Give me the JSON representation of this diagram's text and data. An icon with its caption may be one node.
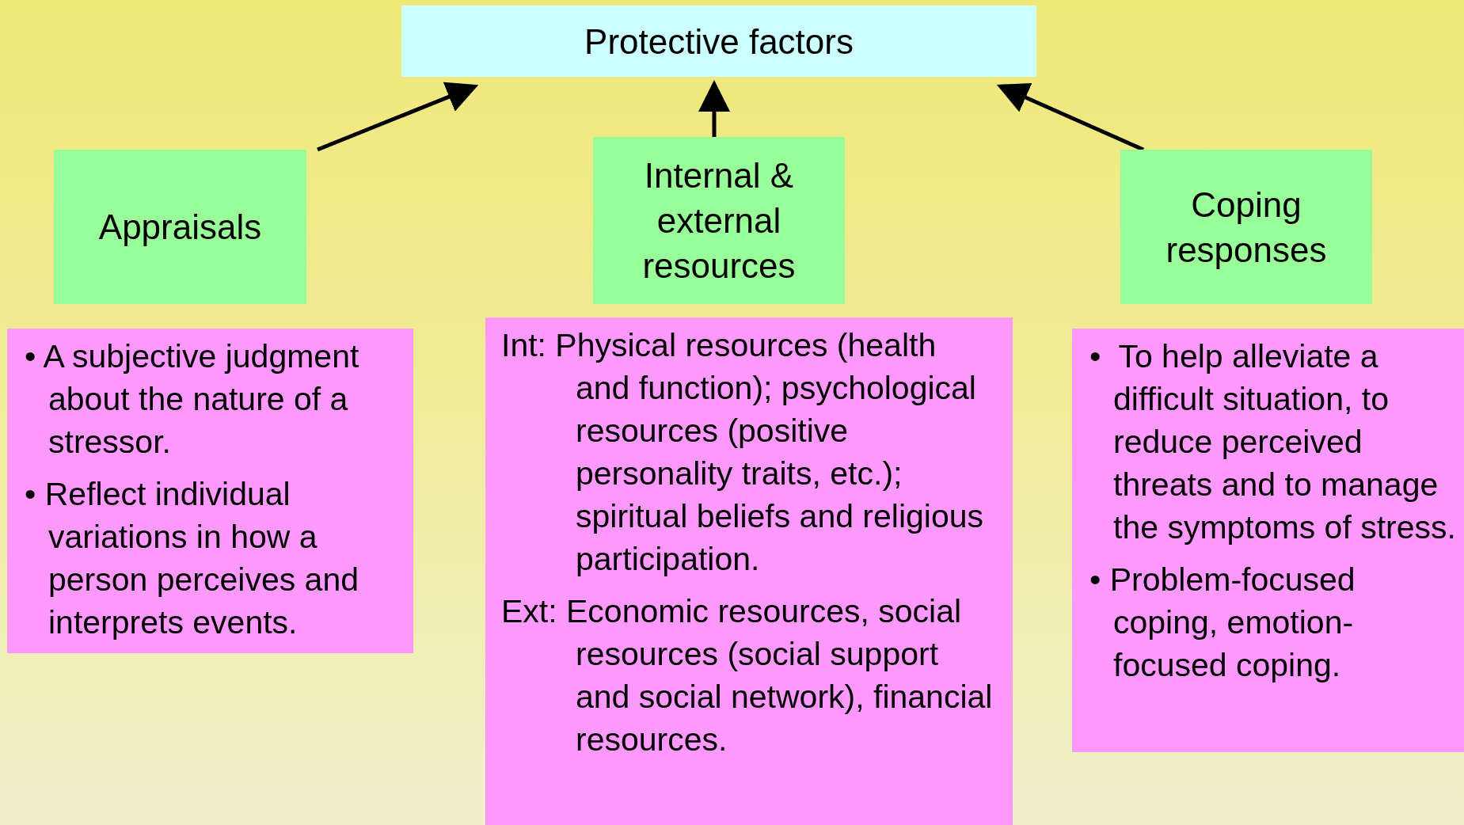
{
  "diagram": {
    "nodes": [
      {
        "text": [
          "Protective factors"
        ]
      },
      {
        "text": [
          "Appraisals"
        ]
      },
      {
        "text": [
          "Internal & external resources"
        ]
      },
      {
        "text": [
          "Coping responses"
        ]
      },
      {
        "text": [
          "• A subjective judgment about the nature of a stressor.",
          "• Reflect individual variations in how a person perceives and interprets events."
        ]
      },
      {
        "text": [
          "Int: Physical resources (health and function); psychological resources (positive personality traits, etc.); spiritual beliefs and religious participation.",
          "Ext: Economic resources, social resources (social support and social network), financial resources."
        ]
      },
      {
        "text": [
          "•  To help alleviate a difficult situation, to reduce perceived threats and to manage the symptoms of stress.",
          "• Problem-focused coping, emotion-focused coping."
        ]
      }
    ],
    "edges": [
      {
        "from": 1,
        "to": 0,
        "arrow": "to"
      },
      {
        "from": 2,
        "to": 0,
        "arrow": "to"
      },
      {
        "from": 3,
        "to": 0,
        "arrow": "to"
      }
    ]
  }
}
